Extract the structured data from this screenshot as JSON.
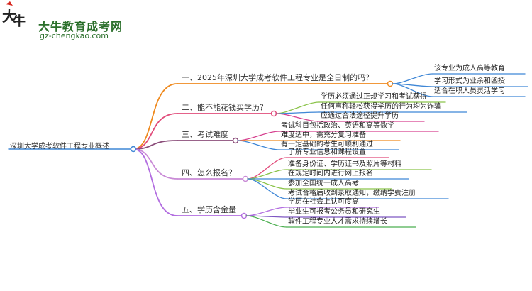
{
  "brand": {
    "name": "大牛教育成考网",
    "url": "gz-chengkao.com",
    "logo_text": "大牛",
    "colors": {
      "green": "#2a6f2a",
      "red": "#d7261e"
    }
  },
  "root": {
    "label": "深圳大学成考软件工程专业概述"
  },
  "branches": [
    {
      "label": "一、2025年深圳大学成考软件工程专业是全日制的吗？",
      "color": "#ef8a1f",
      "leaves": [
        {
          "label": "该专业为成人高等教育",
          "color": "#3f87d6"
        },
        {
          "label": "学习形式为业余和函授",
          "color": "#3f87d6"
        },
        {
          "label": "适合在职人员灵活学习",
          "color": "#3f87d6"
        }
      ]
    },
    {
      "label": "二、能不能花钱买学历？",
      "color": "#e14b7a",
      "leaves": [
        {
          "label": "学历必须通过正规学习和考试获得",
          "color": "#8bc34a"
        },
        {
          "label": "任何声称轻松获得学历的行为均为诈骗",
          "color": "#3f87d6"
        },
        {
          "label": "应通过合法途径提升学历",
          "color": "#d6408f"
        }
      ]
    },
    {
      "label": "三、考试难度",
      "color": "#8b4d7a",
      "leaves": [
        {
          "label": "考试科目包括政治、英语和高等数学",
          "color": "#d6408f"
        },
        {
          "label": "难度适中，需充分复习准备",
          "color": "#ef8a1f"
        },
        {
          "label": "有一定基础的考生可顺利通过",
          "color": "#3f87d6"
        }
      ]
    },
    {
      "label": "四、怎么报名？",
      "color": "#c98ad6",
      "leaves": [
        {
          "label": "了解专业信息和课程设置",
          "color": "#e14b7a"
        },
        {
          "label": "准备身份证、学历证书及照片等材料",
          "color": "#8bc34a"
        },
        {
          "label": "在规定时间内进行网上报名",
          "color": "#3f87d6"
        },
        {
          "label": "参加全国统一成人高考",
          "color": "#8bc34a"
        },
        {
          "label": "考试合格后收到录取通知，缴纳学费注册",
          "color": "#3f87d6"
        }
      ]
    },
    {
      "label": "五、学历含金量",
      "color": "#b26de0",
      "leaves": [
        {
          "label": "学历在社会上认可度高",
          "color": "#b26de0"
        },
        {
          "label": "毕业生可报考公务员和研究生",
          "color": "#7e57c2"
        },
        {
          "label": "软件工程专业人才需求持续增长",
          "color": "#4caf50"
        }
      ]
    }
  ]
}
